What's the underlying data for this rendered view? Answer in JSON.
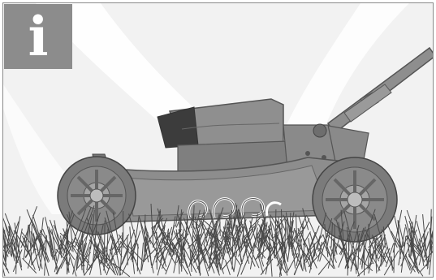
{
  "info_badge": {
    "glyph": "i",
    "color": "#8c8c8c"
  },
  "illustration": {
    "subject": "lawn-mower",
    "mulch_arrows": 4,
    "colors": {
      "background": "#f2f2f2",
      "swoosh": "#ffffff",
      "body": "#8d8d8d",
      "body_dark": "#6e6e6e",
      "wheel": "#7b7b7b",
      "hub": "#a5a5a5",
      "grass": "#4a4a4a"
    }
  }
}
